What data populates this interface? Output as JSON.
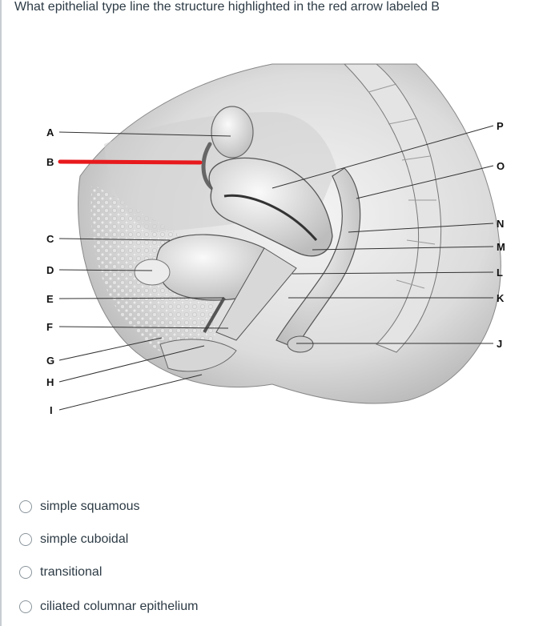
{
  "question": {
    "text": "What epithelial type line the structure highlighted in the red arrow labeled B"
  },
  "figure": {
    "left_labels": [
      "A",
      "B",
      "C",
      "D",
      "E",
      "F",
      "G",
      "H",
      "I"
    ],
    "right_labels": [
      "P",
      "O",
      "N",
      "M",
      "L",
      "K",
      "J"
    ],
    "highlight_color": "#e8191c"
  },
  "answers": [
    {
      "label": "simple squamous"
    },
    {
      "label": "simple cuboidal"
    },
    {
      "label": "transitional"
    },
    {
      "label": "ciliated columnar epithelium"
    }
  ]
}
